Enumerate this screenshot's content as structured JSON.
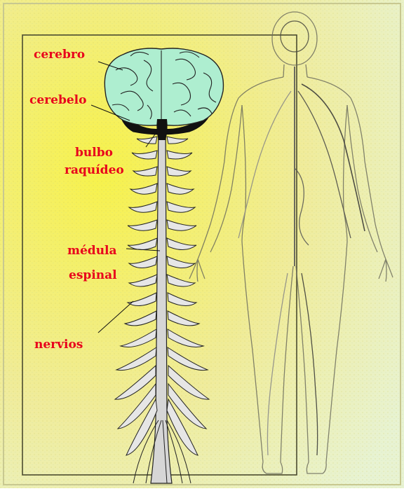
{
  "labels": {
    "cerebro": "cerebro",
    "cerebelo": "cerebelo",
    "bulbo_line1": "bulbo",
    "bulbo_line2": "raquídeo",
    "medula_line1": "médula",
    "medula_line2": "espinal",
    "nervios": "nervios"
  },
  "colors": {
    "background_outer": "#eaf3b4",
    "background_inner": "#f2f27a",
    "frame": "#5a5a3a",
    "brain": "#a8e8c8",
    "cerebellum": "#1a1a1a",
    "spinal_cord": "#d8d8d8",
    "body_outline": "#7a7a6a",
    "label_text": "#e8001c"
  },
  "icons": {
    "brain": "brain-illustration",
    "spine": "spinal-cord-illustration",
    "body": "human-body-silhouette"
  }
}
